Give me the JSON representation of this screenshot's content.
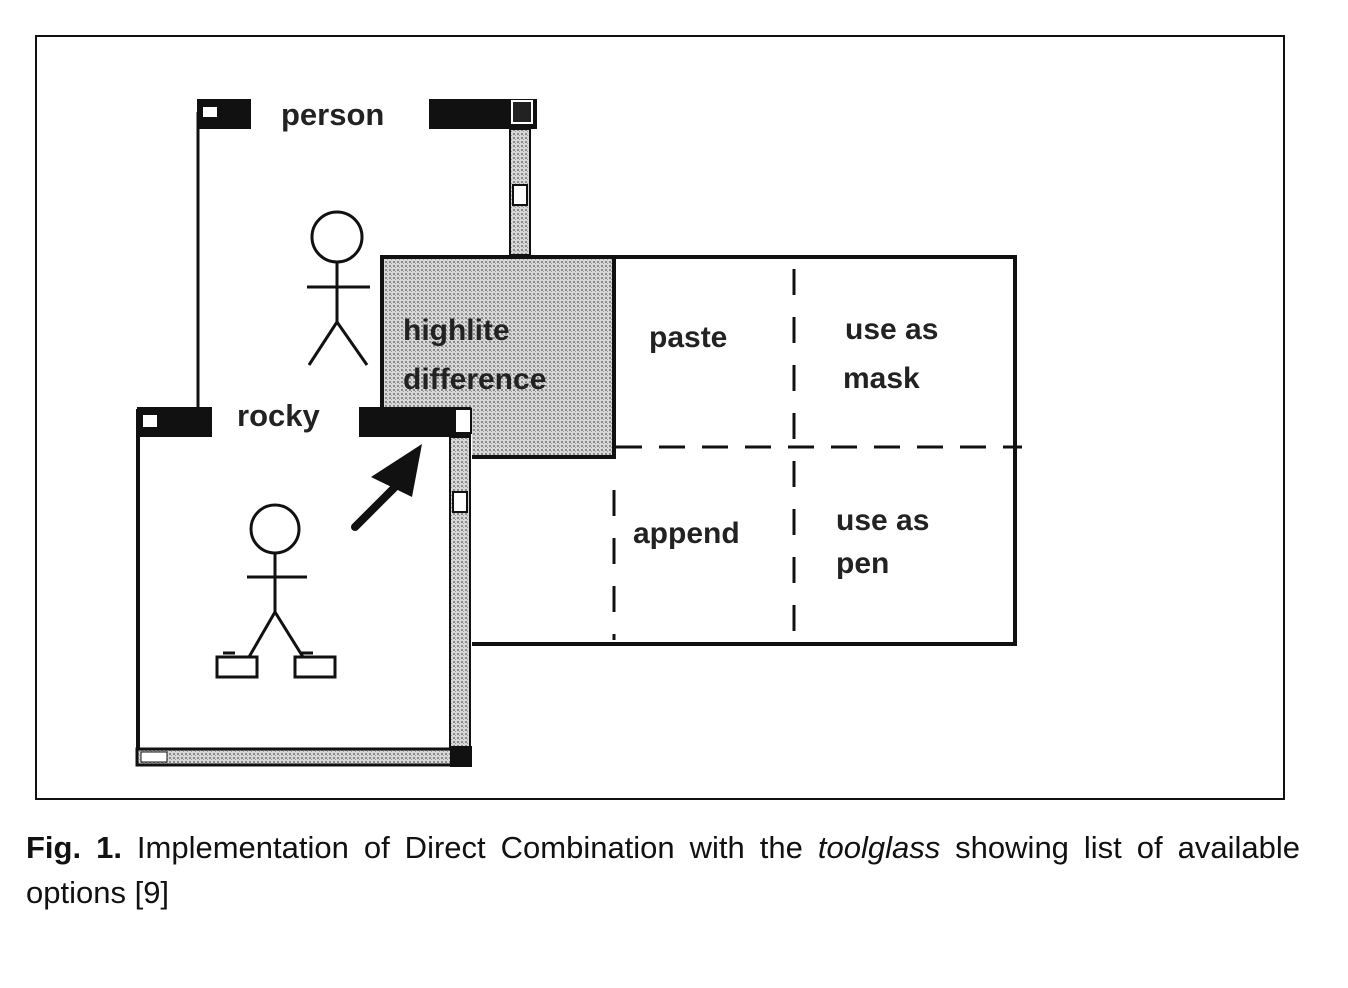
{
  "figure": {
    "windows": {
      "person": {
        "title": "person"
      },
      "rocky": {
        "title": "rocky"
      }
    },
    "toolglass": {
      "cells": [
        {
          "lines": [
            "highlite",
            "difference"
          ],
          "highlighted": true
        },
        {
          "lines": [
            "paste"
          ]
        },
        {
          "lines": [
            "use as",
            "mask"
          ]
        },
        {
          "lines": [
            "append"
          ]
        },
        {
          "lines": [
            "use as",
            "pen"
          ]
        }
      ]
    },
    "colors": {
      "ink": "#111111",
      "shade": "#bdbdbd",
      "paper": "#ffffff"
    }
  },
  "caption": {
    "label": "Fig. 1.",
    "text_before": " Implementation of Direct Combination with the ",
    "emphasis": "toolglass",
    "text_after": " showing list of available options [9]"
  }
}
